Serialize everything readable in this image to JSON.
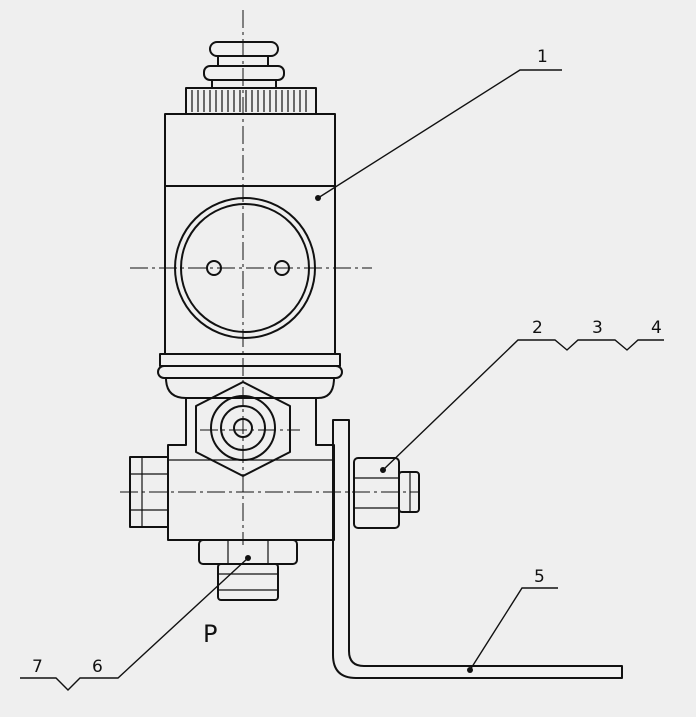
{
  "diagram": {
    "port_label": "P",
    "callouts": {
      "c1": "1",
      "c2": "2",
      "c3": "3",
      "c4": "4",
      "c5": "5",
      "c6": "6",
      "c7": "7"
    }
  }
}
